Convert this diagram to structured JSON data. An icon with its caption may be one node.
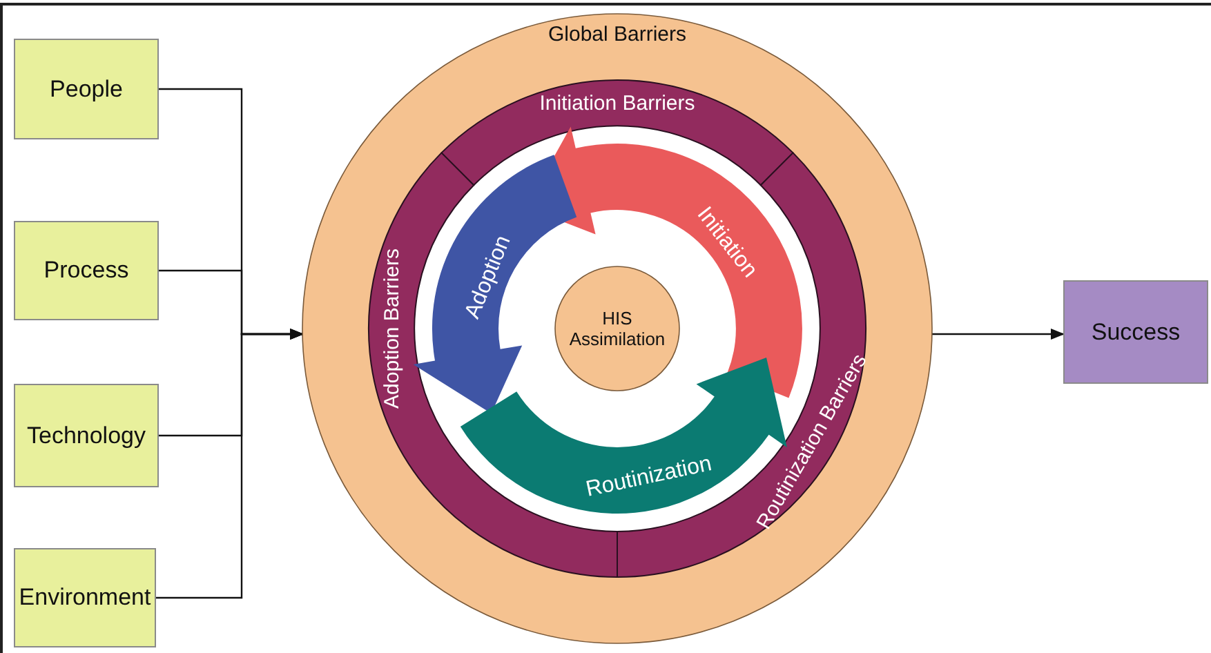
{
  "diagram": {
    "nodes": [
      {
        "text": [
          "People"
        ]
      },
      {
        "text": [
          "Process"
        ]
      },
      {
        "text": [
          "Technology"
        ]
      },
      {
        "text": [
          "Environment"
        ]
      },
      {
        "text": [
          "Global Barriers"
        ]
      },
      {
        "text": [
          "Initiation Barriers"
        ],
        "in": 4
      },
      {
        "text": [
          "Adoption Barriers"
        ],
        "in": 4
      },
      {
        "text": [
          "Routinization Barriers"
        ],
        "in": 4
      },
      {
        "text": [
          "Initiation"
        ],
        "in": 4
      },
      {
        "text": [
          "Adoption"
        ],
        "in": 4
      },
      {
        "text": [
          "Routinization"
        ],
        "in": 4
      },
      {
        "text": [
          "HIS Assimilation"
        ],
        "in": 4
      },
      {
        "text": [
          "Success"
        ]
      }
    ],
    "edges": [
      {
        "from": 0,
        "to": 4,
        "arrow": "to"
      },
      {
        "from": 1,
        "to": 4,
        "arrow": "to"
      },
      {
        "from": 2,
        "to": 4,
        "arrow": "to"
      },
      {
        "from": 3,
        "to": 4,
        "arrow": "to"
      },
      {
        "from": 4,
        "to": 12,
        "arrow": "to"
      }
    ]
  }
}
